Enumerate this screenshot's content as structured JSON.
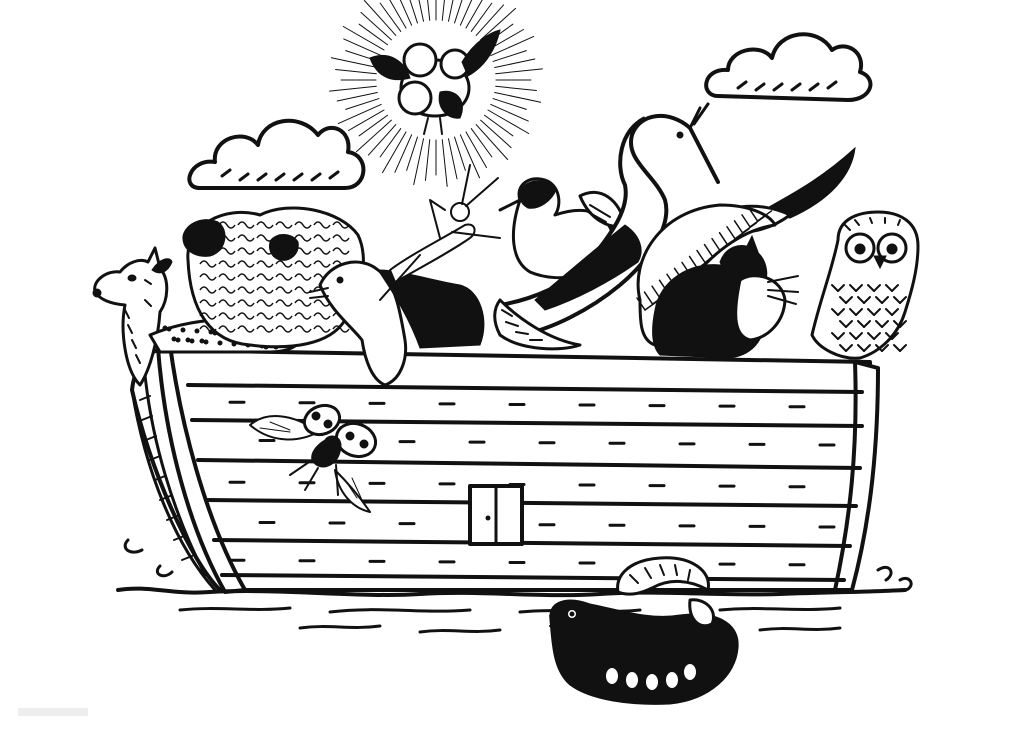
{
  "scene": {
    "ink_color": "#111111",
    "paper_color": "#ffffff",
    "subjects": [
      "cloud-left",
      "cloud-right",
      "sun",
      "flying-bird",
      "deer",
      "sheep",
      "ferret",
      "grasshopper",
      "gull",
      "heron",
      "squirrel",
      "magpie",
      "owl",
      "ladybug",
      "ark",
      "ark-door",
      "water",
      "badger"
    ]
  }
}
